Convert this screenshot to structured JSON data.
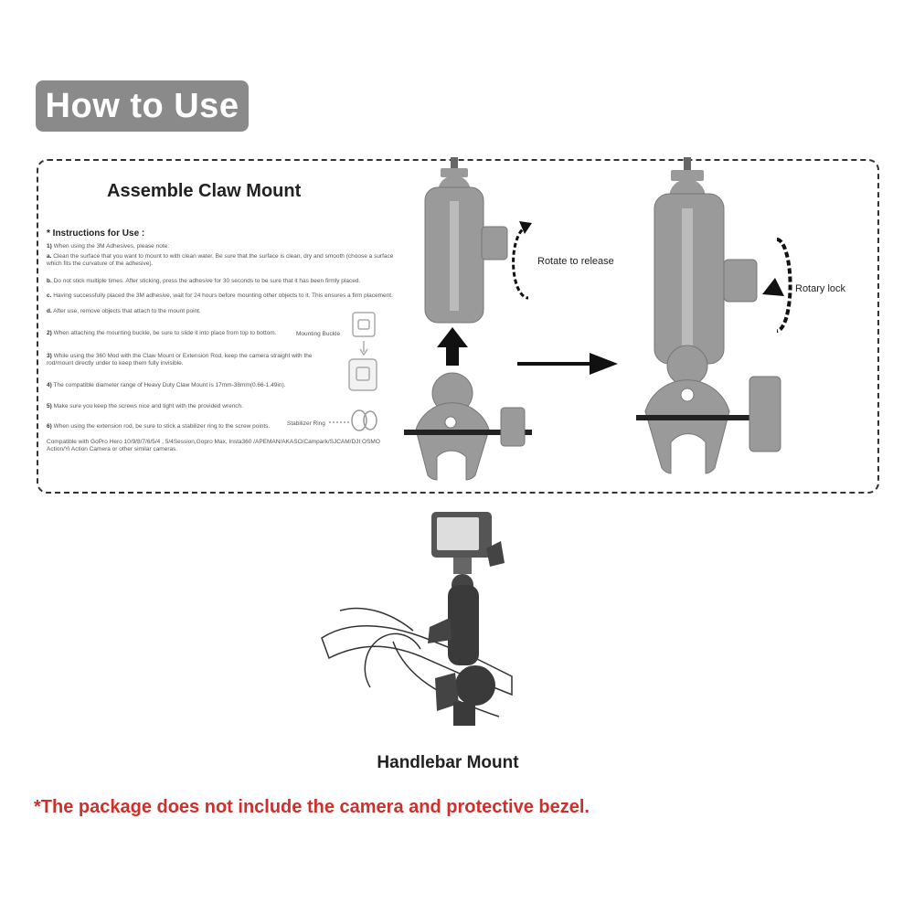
{
  "header": {
    "badge": "How to Use"
  },
  "assembly": {
    "title": "Assemble Claw Mount",
    "instructions_heading": "* Instructions for Use :",
    "instructions": [
      {
        "num": "1)",
        "text": "When using the 3M Adhesives, please note:"
      },
      {
        "num": "a.",
        "text": "Clean the surface that you want to mount to with clean water. Be sure that the surface is clean, dry and smooth (choose a surface which fits the curvature of the adhesive)."
      },
      {
        "num": "b.",
        "text": "Do not stick multiple times. After sticking, press the adhesive for 30 seconds to be sure that it has been firmly placed."
      },
      {
        "num": "c.",
        "text": "Having successfully placed the 3M adhesive, wait for 24 hours before mounting other objects to it. This ensures a firm placement."
      },
      {
        "num": "d.",
        "text": "After use, remove objects that attach to the mount point."
      },
      {
        "num": "2)",
        "text": "When attaching the mounting buckle, be sure to slide it into place from top to bottom."
      },
      {
        "num": "3)",
        "text": "While using the 360 Mod with the Claw Mount or Extension Rod, keep the camera straight with the rod/mount directly under to keep them fully invisible."
      },
      {
        "num": "4)",
        "text": "The compatible diameter range of Heavy Duty Claw Mount is 17mm-38mm(0.66-1.49in)."
      },
      {
        "num": "5)",
        "text": "Make sure you keep the screws nice and tight with the provided wrench."
      },
      {
        "num": "6)",
        "text": "When using the extension rod, be sure to stick a stabilizer ring to the screw points."
      }
    ],
    "mounting_buckle_label": "Mounting Buckle",
    "stabilizer_label": "Stabilizer Ring",
    "compatibility": "Compatible with GoPro Hero 10/9/8/7/6/5/4 , 5/4Session,Gopro Max, Insta360 /APEMAN/AKASO/Campark/SJCAM/DJI OSMO Action/Yi Action Camera or other similar cameras.",
    "rotate_release_label": "Rotate to release",
    "rotary_lock_label": "Rotary lock"
  },
  "handlebar": {
    "caption": "Handlebar Mount"
  },
  "footer": {
    "note": "*The package does not include the camera and protective bezel."
  },
  "colors": {
    "badge_bg": "#8a8a8a",
    "note_red": "#d0302b",
    "mount_gray": "#9a9a9a"
  }
}
